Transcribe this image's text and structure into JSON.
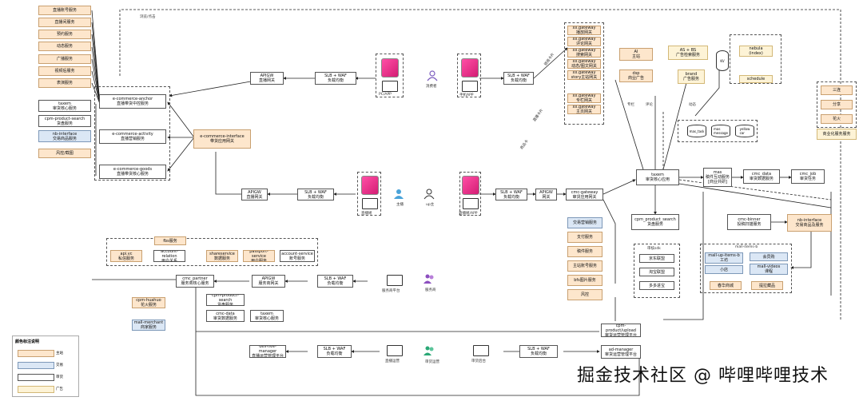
{
  "left_services": [
    "直播账号服务",
    "直播间服务",
    "预约服务",
    "动态服务",
    "广播服务",
    "视频后服务",
    "表演服务"
  ],
  "left_core": {
    "taxem_label": "taxem\n审货核心服务",
    "cpm_search": "cpm-product-search\n货盘服务",
    "nb_interface": "nb-interface\n交易商品服务",
    "risk": "风控/截图"
  },
  "anchor_core": "e-commerce-anchor\n直播带货中控服务",
  "activity_core": "e-commerce-activity\n直播营销服务",
  "goods_core": "e-commerce-goods\n直播带货核心服务",
  "interface_core": "e-commerce-interface\n带货应用网关",
  "apigw_top": "APIGW\n直播网关",
  "slb_top": "SLB + WAF\n负载均衡",
  "apigw_mid": "APIGW\n直播网关",
  "slb_mid": "SLB + WAF\n负载均衡",
  "slb_right1": "SLB + WAF\n负载均衡",
  "apigw_right1": "APIGW\n网关",
  "cmc_gateway": "cmc-gateway\n审货应用网关",
  "slb_top_right": "SLB + WAF\n负载均衡",
  "gateways": [
    "xx.gateway\n播放网关",
    "xx.gateway\n评论网关",
    "xx.gateway\n搜索网关",
    "xx.gateway\n动态/图文网关",
    "xx.gateway\nstory主站网关"
  ],
  "gateways2": [
    "xx.gateway\n专栏网关",
    "xx.gateway\n主页网关"
  ],
  "ai_box": "AI\n主站",
  "dsp_box": "dsp\n商业广告",
  "asbs_box": "AS + BS\n广告检索服务",
  "brand_box": "brand\n广告服务",
  "kv_label": "KV",
  "nebula_box": "nebula\n(index)",
  "schedule_box": "schedule",
  "right_top_list": [
    "三连",
    "分享",
    "花火"
  ],
  "commercial_box": "商业化服务服务",
  "taxem_core": "taxem\n审货核心应用",
  "mas_box": "mas\n稿件互动服务\n[商业共研]",
  "cmc_data_box": "cmc_data\n审货数据服务",
  "cmc_job_box": "cmc_job\n审货任务",
  "db_labels": [
    "mas_task",
    "mas\nmessage",
    "yellow\ncar"
  ],
  "cpm_search_right": "cpm_product_search\n货盘服务",
  "cmc_binner": "cmc-binner\n投稿扫描服务",
  "nb_interface_right": "nb-interface\n交易商品及服务",
  "side_services": [
    "交易营销服务",
    "支付服务",
    "稿件服务",
    "主站账号服务",
    "bfs图片服务",
    "风控"
  ],
  "platform_sdk_title": "审核sdk",
  "platform_sdk_items": [
    "京东联盟",
    "淘宝联盟",
    "多多进宝"
  ],
  "mall_title": "mall-items-b",
  "mall_items": [
    "mall-up-items-b\n工坊",
    "会员购",
    "小店",
    "mall-videos\n课程"
  ],
  "mall_bottom": [
    "春华商城",
    "提拉藏品"
  ],
  "cpm_upload": "cpm-product/upload\n审货运营管理平台",
  "ad_manager": "ad-manager\n审货运营管理平台",
  "slb_bottom_right": "SLB + WAF\n负载均衡",
  "dev_live": "dev-live-manager\n直播运营管理平台",
  "slb_bottom": "SLB + WAF\n负载均衡",
  "cmc_partner": "cmc_partner\n服务商核心服务",
  "apigw_partner": "APIGW\n服务商网关",
  "slb_partner": "SLB + WAF\n负载均衡",
  "fbs_box": "fbs服务",
  "api_vc": "api.vc\n私信服务",
  "account_relation": "account-relation\n用户关系",
  "shareservice": "shareservice\n数据服务",
  "passport_service": "passport-service\n用户服务",
  "account_service": "account-service\n账号服务",
  "cpm_search_bottom": "cpm-product-search\n货盘服务",
  "cpm_huahuo": "cpm-huahuo\n花火服务",
  "cmc_data_bottom": "cmc-data\n审货数据服务",
  "taxem_bottom": "taxem\n审货核心服务",
  "mall_merchant": "mall-merchant\n商家服务",
  "actors": {
    "consumer": "消费者",
    "anchor": "主播",
    "up": "up主",
    "service_provider": "服务商",
    "operations": "审货运营"
  },
  "device_labels": {
    "pc_top": "PC/APP",
    "phone_top": "手机APP",
    "phone_mid_left": "直播姬",
    "phone_mid_right": "直播姬/APP",
    "pc_partner": "服务商平台",
    "pc_ops": "直播运营",
    "pc_ops2": "审货后台"
  },
  "edge_labels": [
    "链接卡片",
    "直播卡片",
    "商品卡",
    "专栏",
    "评论",
    "动态",
    "浏览/点击"
  ],
  "legend": {
    "title": "颜色标注说明",
    "rows": [
      {
        "text": "主站",
        "color": "#fde6cc"
      },
      {
        "text": "交易",
        "color": "#dbe7f5"
      },
      {
        "text": "审货",
        "color": "#ffffff"
      },
      {
        "text": "广告",
        "color": "#fdf3d6"
      }
    ]
  },
  "watermark": "掘金技术社区 @ 哔哩哔哩技术",
  "colors": {
    "orange": "#fde6cc",
    "blue": "#dbe7f5",
    "yellow": "#fdf3d6",
    "line": "#222222"
  }
}
